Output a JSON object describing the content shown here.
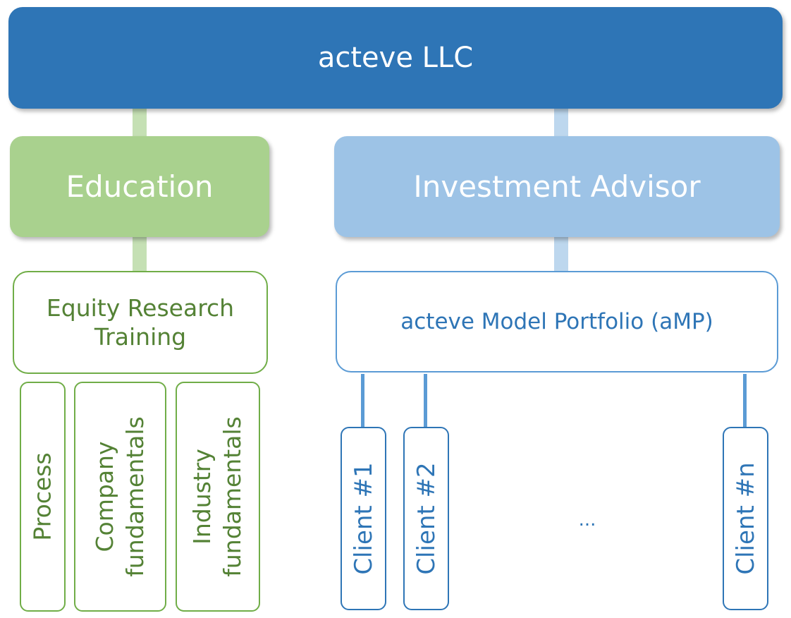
{
  "root": {
    "label": "acteve LLC"
  },
  "divisions": {
    "education": {
      "label": "Education"
    },
    "investment": {
      "label": "Investment Advisor"
    }
  },
  "education_program": {
    "label": "Equity Research Training",
    "topics": [
      {
        "lines": [
          "Process"
        ]
      },
      {
        "lines": [
          "Company",
          "fundamentals"
        ]
      },
      {
        "lines": [
          "Industry",
          "fundamentals"
        ]
      }
    ]
  },
  "investment_product": {
    "label": "acteve Model Portfolio (aMP)",
    "clients": [
      "Client #1",
      "Client #2",
      "Client #n"
    ],
    "ellipsis": "..."
  },
  "colors": {
    "root_fill": "#2e75b6",
    "education_fill": "#a9d18e",
    "education_accent": "#70ad47",
    "education_text": "#548235",
    "investment_fill": "#9dc3e6",
    "investment_accent": "#5b9bd5",
    "investment_text": "#2e75b6"
  }
}
